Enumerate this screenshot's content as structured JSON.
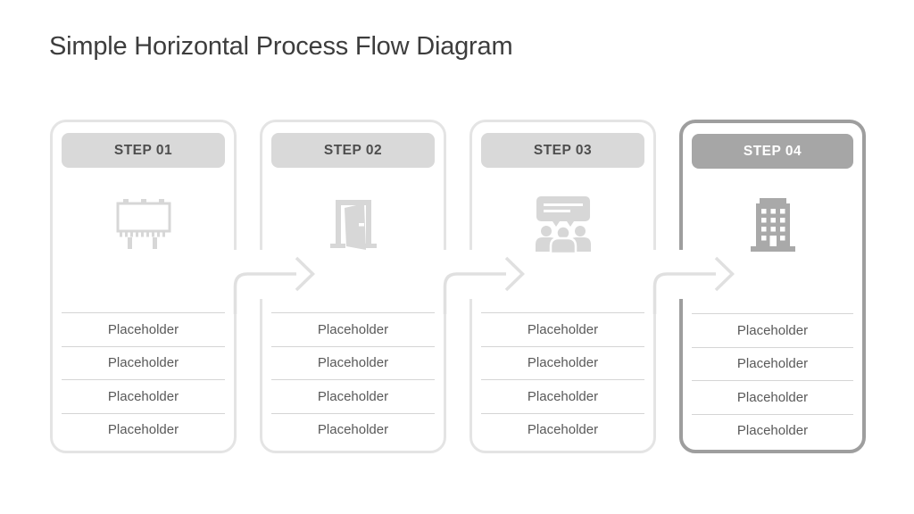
{
  "title": "Simple Horizontal Process Flow Diagram",
  "colors": {
    "title_text": "#3d3d3d",
    "card_border": "#e4e4e4",
    "card_border_highlight": "#9e9e9e",
    "step_header_bg": "#d9d9d9",
    "step_header_bg_highlight": "#a6a6a6",
    "step_header_text": "#4d4d4d",
    "step_header_text_highlight": "#ffffff",
    "arrow": "#e0e0e0",
    "divider": "#d5d5d5",
    "placeholder_text": "#595959",
    "icon": "#d7d7d7",
    "icon_highlight": "#a9a9a9"
  },
  "steps": [
    {
      "label": "STEP 01",
      "icon": "billboard-icon",
      "highlighted": false,
      "placeholders": [
        "Placeholder",
        "Placeholder",
        "Placeholder",
        "Placeholder"
      ]
    },
    {
      "label": "STEP 02",
      "icon": "open-door-icon",
      "highlighted": false,
      "placeholders": [
        "Placeholder",
        "Placeholder",
        "Placeholder",
        "Placeholder"
      ]
    },
    {
      "label": "STEP 03",
      "icon": "presentation-audience-icon",
      "highlighted": false,
      "placeholders": [
        "Placeholder",
        "Placeholder",
        "Placeholder",
        "Placeholder"
      ]
    },
    {
      "label": "STEP 04",
      "icon": "office-building-icon",
      "highlighted": true,
      "placeholders": [
        "Placeholder",
        "Placeholder",
        "Placeholder",
        "Placeholder"
      ]
    }
  ]
}
